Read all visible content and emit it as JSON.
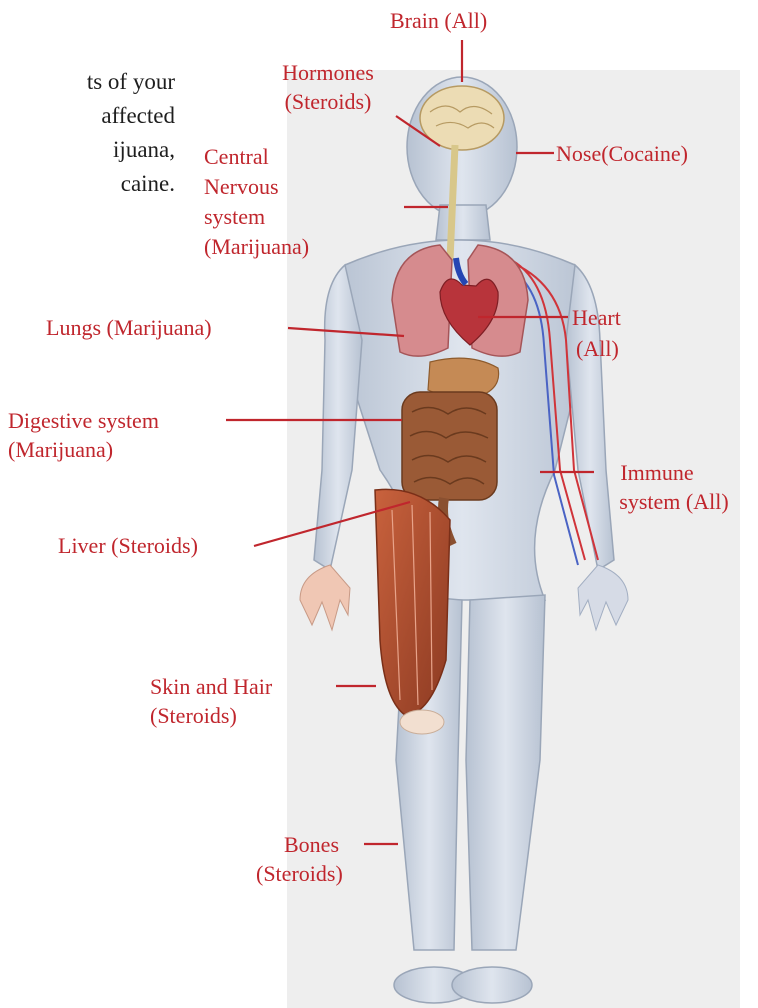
{
  "intro": {
    "lines": [
      "ts of your",
      " affected",
      "ijuana,",
      "caine."
    ]
  },
  "labels": {
    "brain": [
      "Brain (All)"
    ],
    "hormones": [
      "Hormones",
      "(Steroids)"
    ],
    "nose": [
      "Nose(Cocaine)"
    ],
    "cns": [
      "Central",
      "Nervous",
      "system",
      "(Marijuana)"
    ],
    "lungs": [
      "Lungs (Marijuana)"
    ],
    "heart": [
      "Heart",
      "(All)"
    ],
    "digestive": [
      "Digestive system",
      "(Marijuana)"
    ],
    "immune": [
      "Immune",
      "system (All)"
    ],
    "liver": [
      "Liver (Steroids)"
    ],
    "skin": [
      "Skin and Hair",
      "(Steroids)"
    ],
    "bones": [
      "Bones",
      "(Steroids)"
    ]
  },
  "colors": {
    "label_text": "#c0262d",
    "leader_line": "#c0262d",
    "body_text": "#1e1e1e",
    "figure_panel": "#eeeeee"
  }
}
